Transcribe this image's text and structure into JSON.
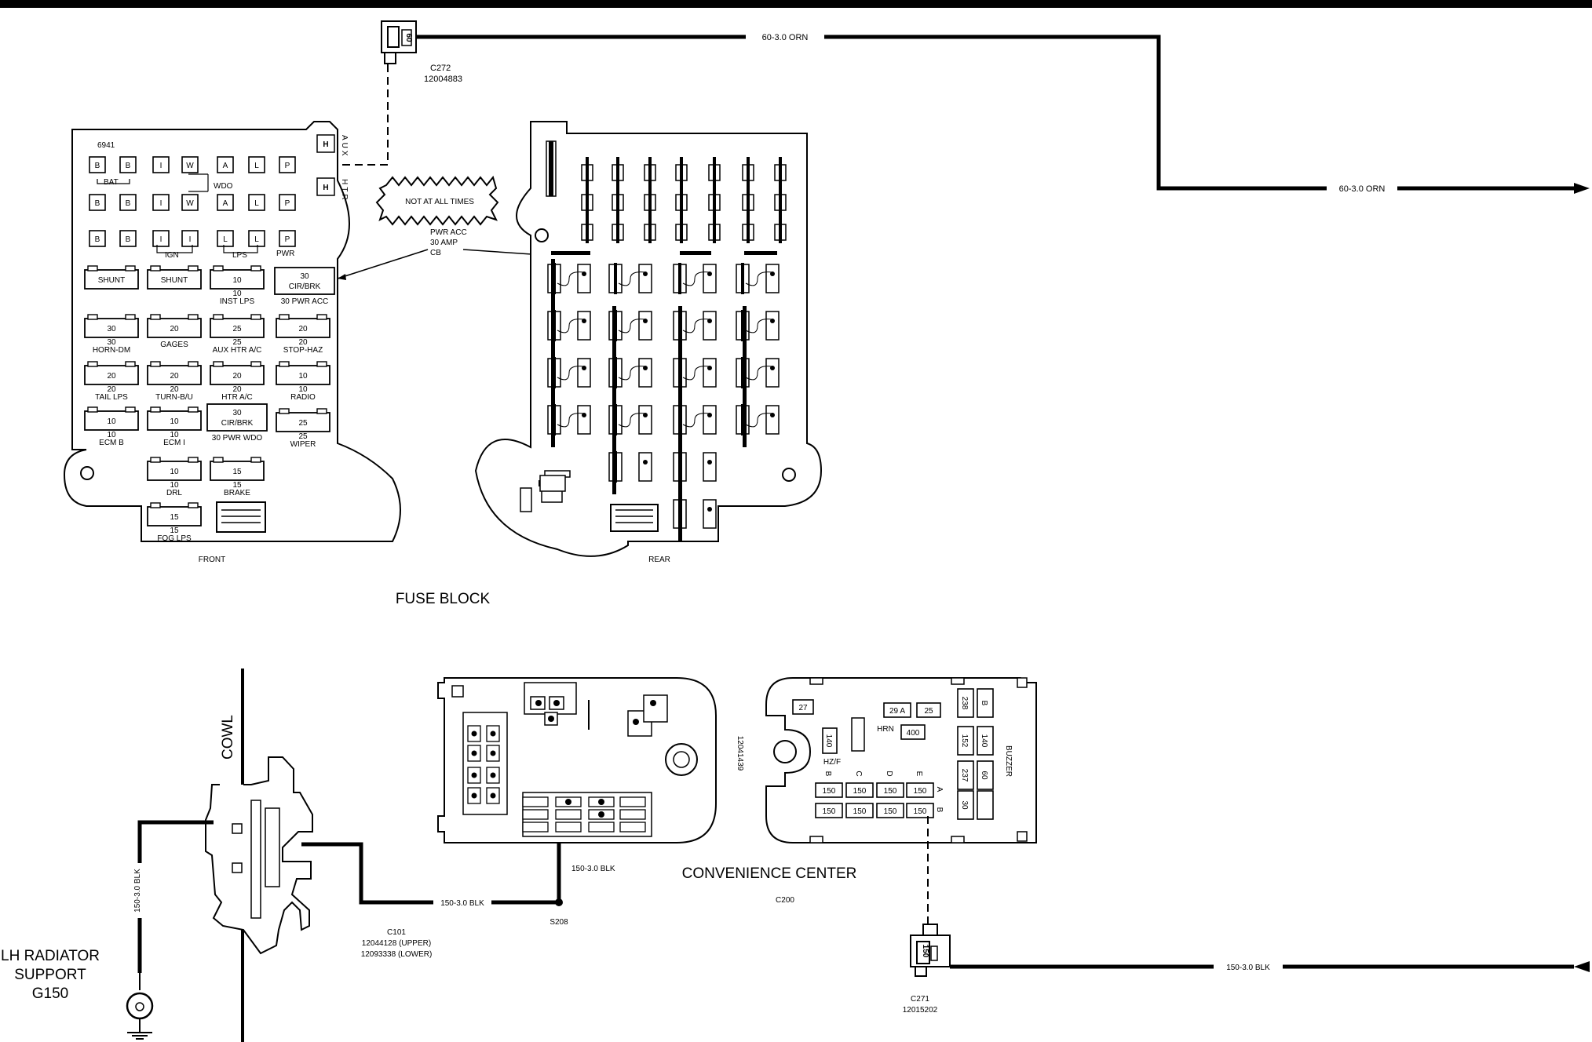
{
  "wires": {
    "top_upper": "60-3.0 ORN",
    "top_lower": "60-3.0 ORN",
    "bottom_right": "150-3.0 BLK",
    "ground_vertical": "150-3.0 BLK",
    "to_splice": "150-3.0 BLK",
    "convenience_drop": "150-3.0 BLK"
  },
  "connectors": {
    "c272": {
      "name": "C272",
      "part": "12004883",
      "pin": "60"
    },
    "c271": {
      "name": "C271",
      "part": "12015202",
      "pin": "150"
    },
    "c101": {
      "name": "C101",
      "upper": "12044128 (UPPER)",
      "lower": "12093338 (LOWER)"
    },
    "c200": "C200",
    "s208": "S208"
  },
  "labels": {
    "fuse_block": "FUSE BLOCK",
    "front": "FRONT",
    "rear": "REAR",
    "not_at_all_times": "NOT AT ALL TIMES",
    "pwr_acc": [
      "PWR ACC",
      "30 AMP",
      "CB"
    ],
    "convenience_center": "CONVENIENCE CENTER",
    "convenience_part": "12041439",
    "cowl": "COWL",
    "ground": [
      "LH RADIATOR",
      "SUPPORT",
      "G150"
    ],
    "block_id": "6941",
    "aux": "AUX",
    "htr": "HTR",
    "bat": "BAT",
    "wdo": "WDO",
    "ign": "IGN",
    "lps": "LPS",
    "pwr": "PWR"
  },
  "terminal_rows": [
    [
      "B",
      "B",
      "I",
      "W",
      "A",
      "L",
      "P"
    ],
    [
      "B",
      "B",
      "I",
      "W",
      "A",
      "L",
      "P"
    ],
    [
      "B",
      "B",
      "I",
      "I",
      "L",
      "L",
      "P"
    ]
  ],
  "fuses": [
    {
      "value": "SHUNT",
      "top": "",
      "bottom": "",
      "name": ""
    },
    {
      "value": "SHUNT",
      "top": "",
      "bottom": "",
      "name": ""
    },
    {
      "value": "10",
      "top": "",
      "bottom": "10",
      "name": "INST LPS"
    },
    {
      "value": "30 CIR/BRK",
      "top": "",
      "bottom": "",
      "name": "30 PWR ACC"
    },
    {
      "value": "30",
      "top": "",
      "bottom": "30",
      "name": "HORN-DM"
    },
    {
      "value": "20",
      "top": "",
      "bottom": "",
      "name": "GAGES"
    },
    {
      "value": "25",
      "top": "",
      "bottom": "25",
      "name": "AUX HTR A/C"
    },
    {
      "value": "20",
      "top": "",
      "bottom": "20",
      "name": "STOP-HAZ"
    },
    {
      "value": "20",
      "top": "",
      "bottom": "20",
      "name": "TAIL LPS"
    },
    {
      "value": "20",
      "top": "",
      "bottom": "20",
      "name": "TURN-B/U"
    },
    {
      "value": "20",
      "top": "",
      "bottom": "20",
      "name": "HTR A/C"
    },
    {
      "value": "10",
      "top": "",
      "bottom": "10",
      "name": "RADIO"
    },
    {
      "value": "10",
      "top": "",
      "bottom": "10",
      "name": "ECM B"
    },
    {
      "value": "10",
      "top": "",
      "bottom": "10",
      "name": "ECM I"
    },
    {
      "value": "30 CIR/BRK",
      "top": "",
      "bottom": "",
      "name": "30 PWR WDO"
    },
    {
      "value": "25",
      "top": "",
      "bottom": "25",
      "name": "WIPER"
    },
    {
      "value": "10",
      "top": "",
      "bottom": "10",
      "name": "DRL"
    },
    {
      "value": "15",
      "top": "",
      "bottom": "15",
      "name": "BRAKE"
    },
    {
      "value": "15",
      "top": "",
      "bottom": "15",
      "name": "FOG LPS"
    }
  ],
  "convenience": {
    "top": [
      "27",
      "29 A",
      "25",
      "400",
      "140",
      "HRN",
      "HZ/F"
    ],
    "side": [
      "238",
      "B",
      "140",
      "152",
      "60",
      "237",
      "30",
      "BUZZER"
    ],
    "grid_row1": [
      "150",
      "150",
      "150",
      "150"
    ],
    "grid_row2": [
      "150",
      "150",
      "150",
      "150"
    ],
    "col_labels": [
      "B",
      "C",
      "D",
      "E"
    ],
    "row_labels": [
      "A",
      "B"
    ]
  }
}
